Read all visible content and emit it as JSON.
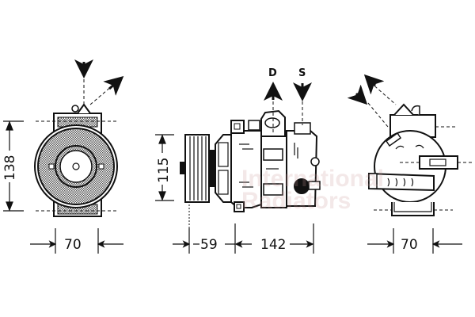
{
  "views": {
    "front": {
      "height_dim": "138",
      "width_dim": "70"
    },
    "side": {
      "height_dim": "115",
      "pulley_dim": "59",
      "body_dim": "142",
      "discharge_label": "D",
      "suction_label": "S"
    },
    "rear": {
      "width_dim": "70"
    }
  },
  "watermark": {
    "line1": "International",
    "line2": "Radiators"
  },
  "colors": {
    "line": "#111111",
    "hatch": "#7a7a7a",
    "watermark": "#c89696"
  }
}
